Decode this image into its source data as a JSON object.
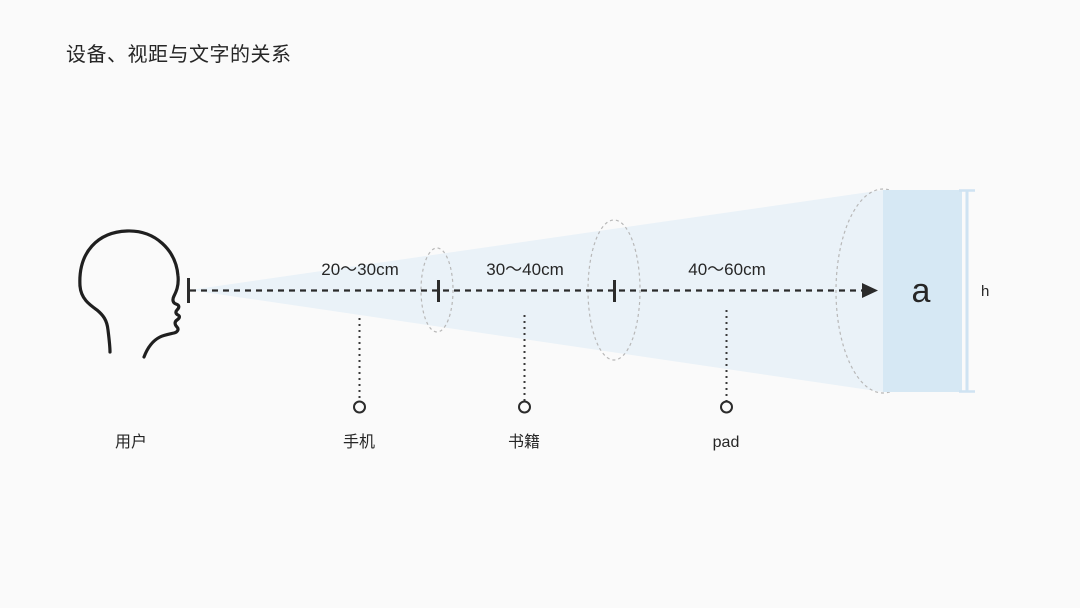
{
  "page": {
    "title": "设备、视距与文字的关系",
    "background_color": "#fafafa"
  },
  "colors": {
    "text": "#262626",
    "cone_fill": "#eaf2f8",
    "screen_fill": "#d6e8f4",
    "dashed_stroke": "#b5b5b5",
    "axis_stroke": "#2b2b2b",
    "outline_stroke": "#1f1f1f",
    "dim_line": "#cfe3f2"
  },
  "diagram": {
    "viewer": {
      "icon": "head-profile-icon",
      "label": "用户"
    },
    "axis": {
      "style": "dashed",
      "arrow": "arrow-right-icon"
    },
    "segments": [
      {
        "id": "phone",
        "distance": "20～30cm",
        "device_label": "手机",
        "marker": "circle-marker"
      },
      {
        "id": "book",
        "distance": "30～40cm",
        "device_label": "书籍",
        "marker": "circle-marker"
      },
      {
        "id": "pad",
        "distance": "40～60cm",
        "device_label": "pad",
        "marker": "circle-marker"
      }
    ],
    "screen": {
      "glyph": "a",
      "height_label": "h"
    }
  }
}
